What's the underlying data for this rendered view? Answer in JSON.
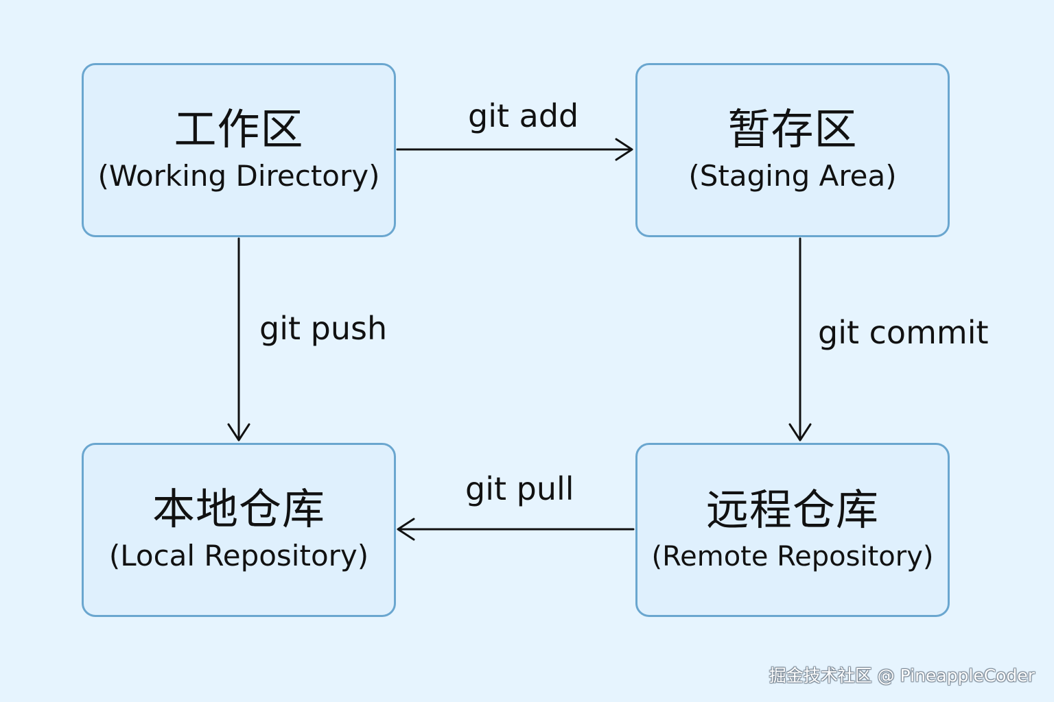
{
  "nodes": {
    "working": {
      "title": "工作区",
      "subtitle": "(Working Directory)"
    },
    "staging": {
      "title": "暂存区",
      "subtitle": "(Staging Area)"
    },
    "local": {
      "title": "本地仓库",
      "subtitle": "(Local Repository)"
    },
    "remote": {
      "title": "远程仓库",
      "subtitle": "(Remote Repository)"
    }
  },
  "edges": {
    "add": "git add",
    "push": "git push",
    "commit": "git commit",
    "pull": "git pull"
  },
  "colors": {
    "background": "#e6f4fe",
    "box_fill": "#dff0fd",
    "box_border": "#6aa6cf",
    "arrow": "#111111"
  },
  "watermark": "掘金技术社区 @ PineappleCoder"
}
